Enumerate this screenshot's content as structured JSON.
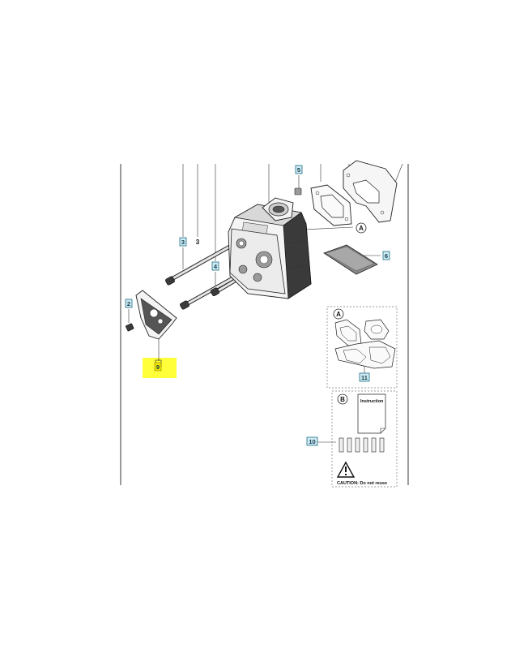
{
  "callouts": {
    "c2": "2",
    "c3": "3",
    "c3_plain": "3",
    "c4": "4",
    "c5": "5",
    "c6": "6",
    "c9": "9",
    "c10": "10",
    "c11": "11"
  },
  "detail_labels": {
    "a_main": "A",
    "a_box": "A",
    "b_box": "B"
  },
  "kit_texts": {
    "instruction": "Instruction",
    "caution": "CAUTION: Do not reuse"
  },
  "colors": {
    "callout_fill": "#cfeaf2",
    "highlight": "#ffff3a"
  }
}
